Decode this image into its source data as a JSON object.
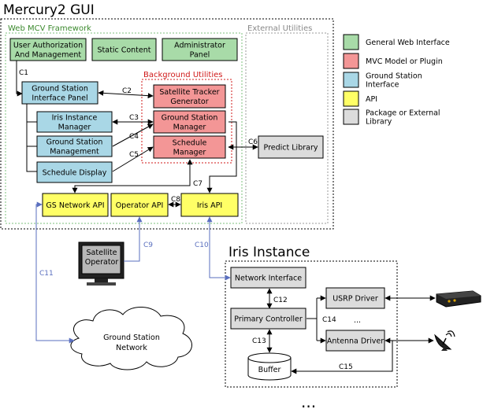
{
  "title": "Mercury2 GUI",
  "groups": {
    "web_mcv": "Web MCV Framework",
    "background": "Background Utilities",
    "external": "External Utilities",
    "iris_instance": "Iris Instance"
  },
  "boxes": {
    "user_auth": [
      "User Authorization",
      "And Management"
    ],
    "static_content": [
      "Static Content"
    ],
    "admin_panel": [
      "Administrator",
      "Panel"
    ],
    "gs_interface": [
      "Ground Station",
      "Interface Panel"
    ],
    "iris_manager": [
      "Iris Instance",
      "Manager"
    ],
    "gs_management": [
      "Ground Station",
      "Management"
    ],
    "schedule_display": [
      "Schedule Display"
    ],
    "sat_tracker": [
      "Satellite Tracker",
      "Generator"
    ],
    "gs_manager": [
      "Ground Station",
      "Manager"
    ],
    "schedule_manager": [
      "Schedule",
      "Manager"
    ],
    "predict_library": [
      "Predict Library"
    ],
    "gs_network_api": [
      "GS Network API"
    ],
    "operator_api": [
      "Operator API"
    ],
    "iris_api": [
      "Iris API"
    ],
    "satellite_operator": [
      "Satellite",
      "Operator"
    ],
    "gs_network_cloud": [
      "Ground Station",
      "Network"
    ],
    "network_interface": [
      "Network Interface"
    ],
    "primary_controller": [
      "Primary Controller"
    ],
    "buffer": [
      "Buffer"
    ],
    "usrp_driver": [
      "USRP Driver"
    ],
    "antenna_driver": [
      "Antenna Driver"
    ]
  },
  "connectors": [
    "C1",
    "C2",
    "C3",
    "C4",
    "C5",
    "C6",
    "C7",
    "C8",
    "C9",
    "C10",
    "C11",
    "C12",
    "C13",
    "C14",
    "C15"
  ],
  "ellipsis": "...",
  "legend": [
    {
      "label": [
        "General Web Interface"
      ],
      "color": "#a8dba8"
    },
    {
      "label": [
        "MVC Model or Plugin"
      ],
      "color": "#f39696"
    },
    {
      "label": [
        "Ground Station",
        "Interface"
      ],
      "color": "#a9d7e6"
    },
    {
      "label": [
        "API"
      ],
      "color": "#ffff66"
    },
    {
      "label": [
        "Package or External",
        "Library"
      ],
      "color": "#dcdcdc"
    }
  ],
  "colors": {
    "green": "#a8dba8",
    "red": "#f39696",
    "blue": "#a9d7e6",
    "yellow": "#ffff66",
    "gray": "#dcdcdc",
    "network_line": "#5a6fbf"
  }
}
